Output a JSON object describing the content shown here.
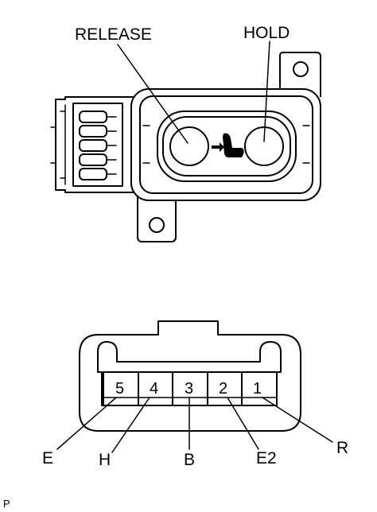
{
  "switch_view": {
    "release_label": "RELEASE",
    "hold_label": "HOLD"
  },
  "connector_view": {
    "pins": [
      {
        "number": "5",
        "terminal": "E"
      },
      {
        "number": "4",
        "terminal": "H"
      },
      {
        "number": "3",
        "terminal": "B"
      },
      {
        "number": "2",
        "terminal": "E2"
      },
      {
        "number": "1",
        "terminal": "R"
      }
    ]
  },
  "footer": {
    "code": "P"
  }
}
